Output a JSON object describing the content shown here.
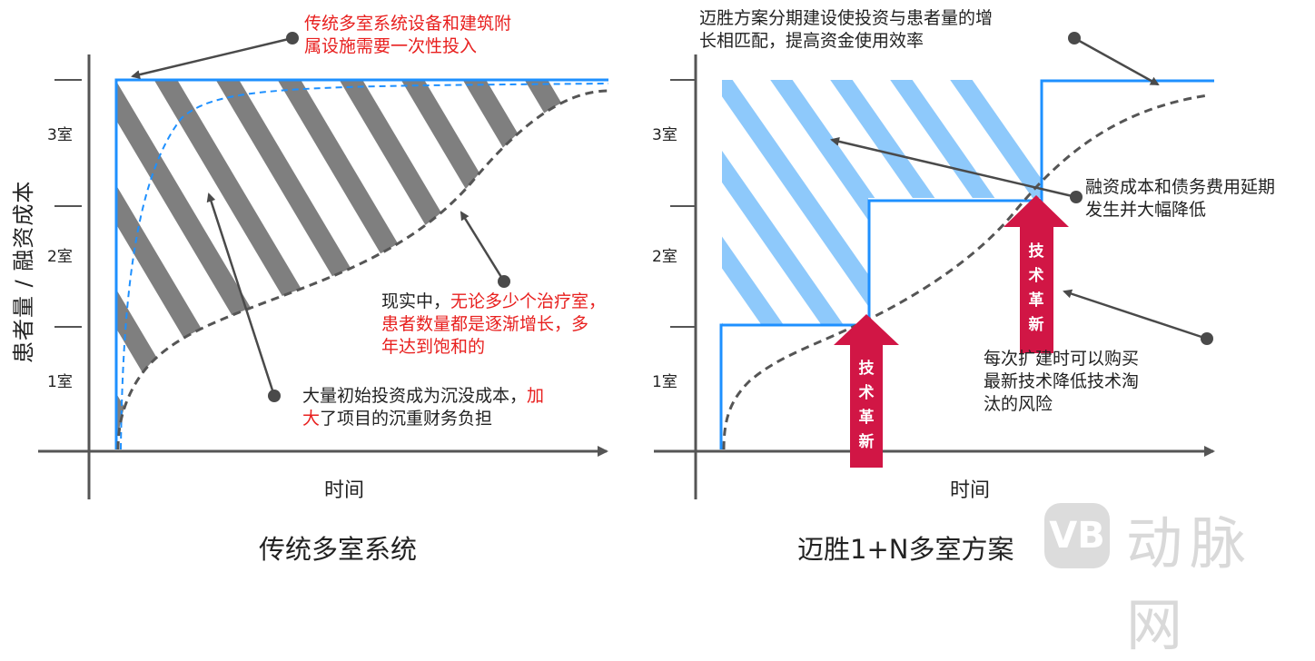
{
  "left_panel": {
    "caption": "传统多室系统",
    "y_axis_label": "患者量 / 融资成本",
    "x_axis_label": "时间",
    "ticks": [
      "1室",
      "2室",
      "3室"
    ],
    "annotation_top": {
      "line1": "传统多室系统设备和建筑附",
      "line2": "属设施需要一次性投入"
    },
    "annotation_reality": {
      "prefix": "现实中，",
      "red1": "无论多少个治疗室，",
      "line2": "患者数量都是逐渐增长，多",
      "line3": "年达到饱和的"
    },
    "annotation_sunk": {
      "line1_black": "大量初始投资成为沉没成本，",
      "line1_red": "加",
      "line2_red": "大",
      "line2_black": "了项目的沉重财务负担"
    },
    "colors": {
      "investment_line": "#1e90ff",
      "hatch": "#7f7f7f",
      "demand_curve": "#555555",
      "annotation_red": "#e8201f"
    }
  },
  "right_panel": {
    "caption": "迈胜1+N多室方案",
    "x_axis_label": "时间",
    "ticks": [
      "1室",
      "2室",
      "3室"
    ],
    "annotation_top": {
      "line1": "迈胜方案分期建设使投资与患者量的增",
      "line2": "长相匹配，提高资金使用效率"
    },
    "annotation_finance": {
      "line1": "融资成本和债务费用延期",
      "line2": "发生并大幅降低"
    },
    "annotation_tech": {
      "line1": "每次扩建时可以购买",
      "line2": "最新技术降低技术淘",
      "line3": "汰的风险"
    },
    "tech_arrow_label": [
      "技",
      "术",
      "革",
      "新"
    ],
    "colors": {
      "investment_line": "#1e90ff",
      "hatch": "#8ec9fb",
      "arrow": "#d11645"
    }
  },
  "watermark": {
    "logo": "VB",
    "text": "动脉网"
  }
}
